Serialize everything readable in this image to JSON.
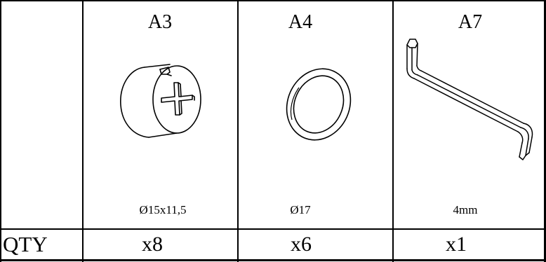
{
  "parts": [
    {
      "code": "A3",
      "dimension": "Ø15x11,5",
      "quantity": "x8",
      "icon": "cam-lock-nut-icon"
    },
    {
      "code": "A4",
      "dimension": "Ø17",
      "quantity": "x6",
      "icon": "cover-cap-icon"
    },
    {
      "code": "A7",
      "dimension": "4mm",
      "quantity": "x1",
      "icon": "allen-key-icon"
    }
  ],
  "qty_row": {
    "label": "QTY"
  }
}
